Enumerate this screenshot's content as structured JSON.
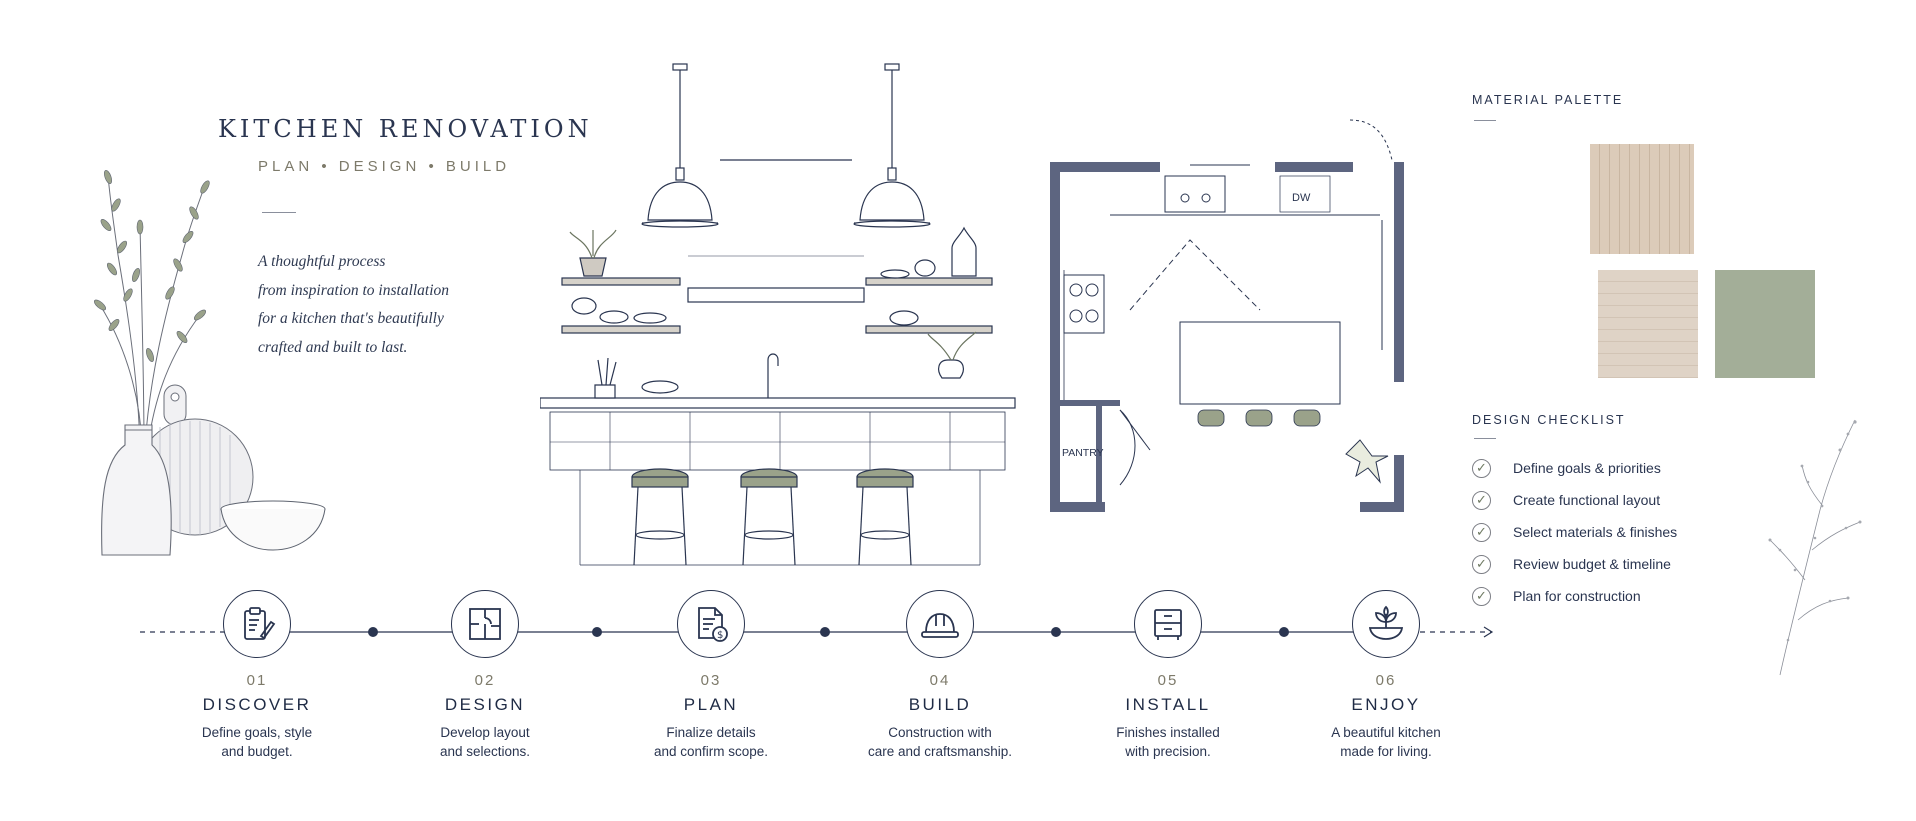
{
  "header": {
    "title": "KITCHEN RENOVATION",
    "subtitle": "PLAN • DESIGN • BUILD",
    "tagline": [
      "A thoughtful process",
      "from inspiration to installation",
      "for a kitchen that's beautifully",
      "crafted and built to last."
    ]
  },
  "floorplan": {
    "dw_label": "DW",
    "pantry_label": "PANTRY"
  },
  "palette": {
    "heading": "MATERIAL PALETTE",
    "swatches": [
      {
        "name": "ribbed-oak-panel",
        "color": "#d8c6b3"
      },
      {
        "name": "light-wood-grain",
        "color": "#ddd1c4"
      },
      {
        "name": "sage-green",
        "color": "#a3ae98"
      }
    ]
  },
  "checklist": {
    "heading": "DESIGN CHECKLIST",
    "items": [
      "Define goals & priorities",
      "Create functional layout",
      "Select materials & finishes",
      "Review budget & timeline",
      "Plan for construction"
    ]
  },
  "steps": [
    {
      "num": "01",
      "title": "DISCOVER",
      "desc": [
        "Define goals, style",
        "and budget."
      ],
      "icon": "clipboard-pen-icon"
    },
    {
      "num": "02",
      "title": "DESIGN",
      "desc": [
        "Develop layout",
        "and selections."
      ],
      "icon": "floorplan-icon"
    },
    {
      "num": "03",
      "title": "PLAN",
      "desc": [
        "Finalize details",
        "and confirm scope."
      ],
      "icon": "document-dollar-icon"
    },
    {
      "num": "04",
      "title": "BUILD",
      "desc": [
        "Construction with",
        "care and craftsmanship."
      ],
      "icon": "hard-hat-icon"
    },
    {
      "num": "05",
      "title": "INSTALL",
      "desc": [
        "Finishes installed",
        "with precision."
      ],
      "icon": "cabinet-icon"
    },
    {
      "num": "06",
      "title": "ENJOY",
      "desc": [
        "A beautiful kitchen",
        "made for living."
      ],
      "icon": "plant-bowl-icon"
    }
  ],
  "colors": {
    "navy": "#22304a",
    "accent_taupe": "#7d7a6a",
    "sage": "#9aa28a",
    "wall_gray": "#5d6580"
  }
}
